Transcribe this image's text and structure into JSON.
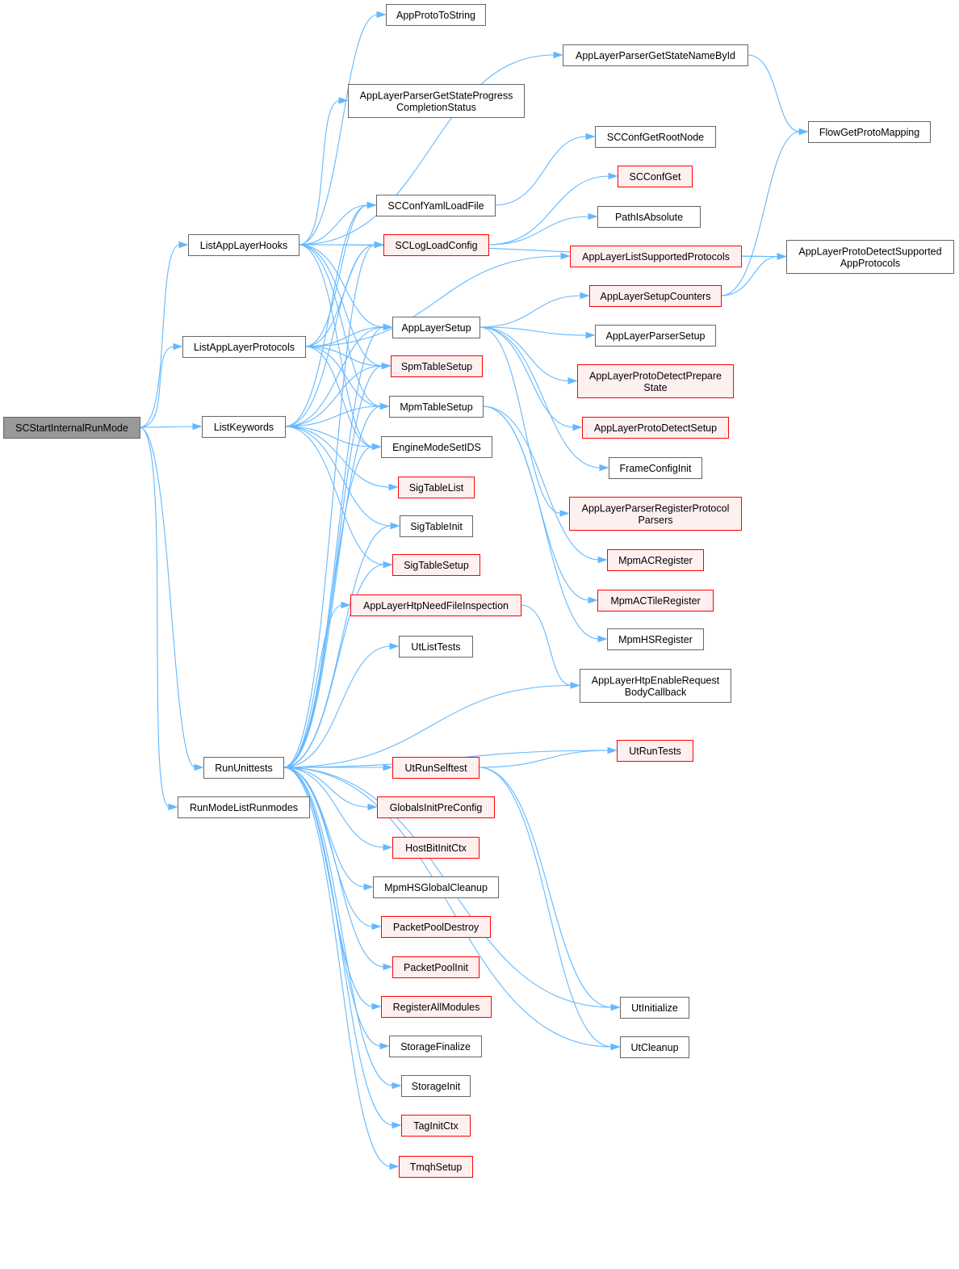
{
  "colors": {
    "edge": "#63b8ff",
    "node_border_normal": "#666666",
    "node_fill_normal": "#ffffff",
    "node_border_truncated": "#ff0000",
    "node_fill_truncated": "#fff0f0",
    "node_fill_root": "#999999",
    "node_border_root": "#666666"
  },
  "nodes": [
    {
      "id": "SCStartInternalRunMode",
      "lines": [
        "SCStartInternalRunMode"
      ],
      "style": "root"
    },
    {
      "id": "ListAppLayerHooks",
      "lines": [
        "ListAppLayerHooks"
      ],
      "style": "normal"
    },
    {
      "id": "ListAppLayerProtocols",
      "lines": [
        "ListAppLayerProtocols"
      ],
      "style": "normal"
    },
    {
      "id": "ListKeywords",
      "lines": [
        "ListKeywords"
      ],
      "style": "normal"
    },
    {
      "id": "RunUnittests",
      "lines": [
        "RunUnittests"
      ],
      "style": "normal"
    },
    {
      "id": "RunModeListRunmodes",
      "lines": [
        "RunModeListRunmodes"
      ],
      "style": "normal"
    },
    {
      "id": "AppProtoToString",
      "lines": [
        "AppProtoToString"
      ],
      "style": "normal"
    },
    {
      "id": "AppLayerParserGetStateNameById",
      "lines": [
        "AppLayerParserGetStateNameById"
      ],
      "style": "normal"
    },
    {
      "id": "AppLayerParserGetStateProgressCompletionStatus",
      "lines": [
        "AppLayerParserGetStateProgress",
        "CompletionStatus"
      ],
      "style": "normal"
    },
    {
      "id": "SCConfGetRootNode",
      "lines": [
        "SCConfGetRootNode"
      ],
      "style": "normal"
    },
    {
      "id": "SCConfGet",
      "lines": [
        "SCConfGet"
      ],
      "style": "truncated"
    },
    {
      "id": "SCConfYamlLoadFile",
      "lines": [
        "SCConfYamlLoadFile"
      ],
      "style": "normal"
    },
    {
      "id": "PathIsAbsolute",
      "lines": [
        "PathIsAbsolute"
      ],
      "style": "normal"
    },
    {
      "id": "SCLogLoadConfig",
      "lines": [
        "SCLogLoadConfig"
      ],
      "style": "truncated"
    },
    {
      "id": "AppLayerListSupportedProtocols",
      "lines": [
        "AppLayerListSupportedProtocols"
      ],
      "style": "truncated"
    },
    {
      "id": "AppLayerSetupCounters",
      "lines": [
        "AppLayerSetupCounters"
      ],
      "style": "truncated"
    },
    {
      "id": "AppLayerSetup",
      "lines": [
        "AppLayerSetup"
      ],
      "style": "normal"
    },
    {
      "id": "AppLayerParserSetup",
      "lines": [
        "AppLayerParserSetup"
      ],
      "style": "normal"
    },
    {
      "id": "SpmTableSetup",
      "lines": [
        "SpmTableSetup"
      ],
      "style": "truncated"
    },
    {
      "id": "AppLayerProtoDetectPrepareState",
      "lines": [
        "AppLayerProtoDetectPrepare",
        "State"
      ],
      "style": "truncated"
    },
    {
      "id": "MpmTableSetup",
      "lines": [
        "MpmTableSetup"
      ],
      "style": "normal"
    },
    {
      "id": "AppLayerProtoDetectSetup",
      "lines": [
        "AppLayerProtoDetectSetup"
      ],
      "style": "truncated"
    },
    {
      "id": "EngineModeSetIDS",
      "lines": [
        "EngineModeSetIDS"
      ],
      "style": "normal"
    },
    {
      "id": "FrameConfigInit",
      "lines": [
        "FrameConfigInit"
      ],
      "style": "normal"
    },
    {
      "id": "SigTableList",
      "lines": [
        "SigTableList"
      ],
      "style": "truncated"
    },
    {
      "id": "AppLayerParserRegisterProtocolParsers",
      "lines": [
        "AppLayerParserRegisterProtocol",
        "Parsers"
      ],
      "style": "truncated"
    },
    {
      "id": "SigTableInit",
      "lines": [
        "SigTableInit"
      ],
      "style": "normal"
    },
    {
      "id": "MpmACRegister",
      "lines": [
        "MpmACRegister"
      ],
      "style": "truncated"
    },
    {
      "id": "SigTableSetup",
      "lines": [
        "SigTableSetup"
      ],
      "style": "truncated"
    },
    {
      "id": "MpmACTileRegister",
      "lines": [
        "MpmACTileRegister"
      ],
      "style": "truncated"
    },
    {
      "id": "AppLayerHtpNeedFileInspection",
      "lines": [
        "AppLayerHtpNeedFileInspection"
      ],
      "style": "truncated"
    },
    {
      "id": "MpmHSRegister",
      "lines": [
        "MpmHSRegister"
      ],
      "style": "normal"
    },
    {
      "id": "UtListTests",
      "lines": [
        "UtListTests"
      ],
      "style": "normal"
    },
    {
      "id": "AppLayerHtpEnableRequestBodyCallback",
      "lines": [
        "AppLayerHtpEnableRequest",
        "BodyCallback"
      ],
      "style": "normal"
    },
    {
      "id": "UtRunTests",
      "lines": [
        "UtRunTests"
      ],
      "style": "truncated"
    },
    {
      "id": "UtRunSelftest",
      "lines": [
        "UtRunSelftest"
      ],
      "style": "truncated"
    },
    {
      "id": "GlobalsInitPreConfig",
      "lines": [
        "GlobalsInitPreConfig"
      ],
      "style": "truncated"
    },
    {
      "id": "HostBitInitCtx",
      "lines": [
        "HostBitInitCtx"
      ],
      "style": "truncated"
    },
    {
      "id": "MpmHSGlobalCleanup",
      "lines": [
        "MpmHSGlobalCleanup"
      ],
      "style": "normal"
    },
    {
      "id": "PacketPoolDestroy",
      "lines": [
        "PacketPoolDestroy"
      ],
      "style": "truncated"
    },
    {
      "id": "PacketPoolInit",
      "lines": [
        "PacketPoolInit"
      ],
      "style": "truncated"
    },
    {
      "id": "RegisterAllModules",
      "lines": [
        "RegisterAllModules"
      ],
      "style": "truncated"
    },
    {
      "id": "UtInitialize",
      "lines": [
        "UtInitialize"
      ],
      "style": "normal"
    },
    {
      "id": "StorageFinalize",
      "lines": [
        "StorageFinalize"
      ],
      "style": "normal"
    },
    {
      "id": "UtCleanup",
      "lines": [
        "UtCleanup"
      ],
      "style": "normal"
    },
    {
      "id": "StorageInit",
      "lines": [
        "StorageInit"
      ],
      "style": "normal"
    },
    {
      "id": "TagInitCtx",
      "lines": [
        "TagInitCtx"
      ],
      "style": "truncated"
    },
    {
      "id": "TmqhSetup",
      "lines": [
        "TmqhSetup"
      ],
      "style": "truncated"
    },
    {
      "id": "FlowGetProtoMapping",
      "lines": [
        "FlowGetProtoMapping"
      ],
      "style": "normal"
    },
    {
      "id": "AppLayerProtoDetectSupportedAppProtocols",
      "lines": [
        "AppLayerProtoDetectSupported",
        "AppProtocols"
      ],
      "style": "normal"
    }
  ],
  "edges": [
    [
      "SCStartInternalRunMode",
      "ListAppLayerHooks"
    ],
    [
      "SCStartInternalRunMode",
      "ListAppLayerProtocols"
    ],
    [
      "SCStartInternalRunMode",
      "ListKeywords"
    ],
    [
      "SCStartInternalRunMode",
      "RunUnittests"
    ],
    [
      "SCStartInternalRunMode",
      "RunModeListRunmodes"
    ],
    [
      "ListAppLayerHooks",
      "AppProtoToString"
    ],
    [
      "ListAppLayerHooks",
      "AppLayerParserGetStateNameById"
    ],
    [
      "ListAppLayerHooks",
      "AppLayerParserGetStateProgressCompletionStatus"
    ],
    [
      "ListAppLayerHooks",
      "AppLayerProtoDetectSupportedAppProtocols"
    ],
    [
      "ListAppLayerHooks",
      "SCConfYamlLoadFile"
    ],
    [
      "ListAppLayerHooks",
      "SCLogLoadConfig"
    ],
    [
      "ListAppLayerHooks",
      "AppLayerSetup"
    ],
    [
      "ListAppLayerHooks",
      "SpmTableSetup"
    ],
    [
      "ListAppLayerHooks",
      "MpmTableSetup"
    ],
    [
      "ListAppLayerHooks",
      "EngineModeSetIDS"
    ],
    [
      "ListAppLayerProtocols",
      "SCConfYamlLoadFile"
    ],
    [
      "ListAppLayerProtocols",
      "SCLogLoadConfig"
    ],
    [
      "ListAppLayerProtocols",
      "AppLayerListSupportedProtocols"
    ],
    [
      "ListAppLayerProtocols",
      "AppLayerSetup"
    ],
    [
      "ListAppLayerProtocols",
      "SpmTableSetup"
    ],
    [
      "ListAppLayerProtocols",
      "MpmTableSetup"
    ],
    [
      "ListAppLayerProtocols",
      "EngineModeSetIDS"
    ],
    [
      "ListKeywords",
      "SCConfYamlLoadFile"
    ],
    [
      "ListKeywords",
      "SCLogLoadConfig"
    ],
    [
      "ListKeywords",
      "AppLayerSetup"
    ],
    [
      "ListKeywords",
      "SpmTableSetup"
    ],
    [
      "ListKeywords",
      "MpmTableSetup"
    ],
    [
      "ListKeywords",
      "EngineModeSetIDS"
    ],
    [
      "ListKeywords",
      "SigTableList"
    ],
    [
      "ListKeywords",
      "SigTableInit"
    ],
    [
      "ListKeywords",
      "SigTableSetup"
    ],
    [
      "RunUnittests",
      "SCLogLoadConfig"
    ],
    [
      "RunUnittests",
      "AppLayerSetup"
    ],
    [
      "RunUnittests",
      "SpmTableSetup"
    ],
    [
      "RunUnittests",
      "MpmTableSetup"
    ],
    [
      "RunUnittests",
      "EngineModeSetIDS"
    ],
    [
      "RunUnittests",
      "SigTableInit"
    ],
    [
      "RunUnittests",
      "SigTableSetup"
    ],
    [
      "RunUnittests",
      "AppLayerHtpNeedFileInspection"
    ],
    [
      "RunUnittests",
      "UtListTests"
    ],
    [
      "RunUnittests",
      "AppLayerHtpEnableRequestBodyCallback"
    ],
    [
      "RunUnittests",
      "UtRunTests"
    ],
    [
      "RunUnittests",
      "UtRunSelftest"
    ],
    [
      "RunUnittests",
      "GlobalsInitPreConfig"
    ],
    [
      "RunUnittests",
      "HostBitInitCtx"
    ],
    [
      "RunUnittests",
      "MpmHSGlobalCleanup"
    ],
    [
      "RunUnittests",
      "PacketPoolDestroy"
    ],
    [
      "RunUnittests",
      "PacketPoolInit"
    ],
    [
      "RunUnittests",
      "RegisterAllModules"
    ],
    [
      "RunUnittests",
      "StorageFinalize"
    ],
    [
      "RunUnittests",
      "StorageInit"
    ],
    [
      "RunUnittests",
      "TagInitCtx"
    ],
    [
      "RunUnittests",
      "TmqhSetup"
    ],
    [
      "RunUnittests",
      "UtInitialize"
    ],
    [
      "RunUnittests",
      "UtCleanup"
    ],
    [
      "AppLayerParserGetStateNameById",
      "FlowGetProtoMapping"
    ],
    [
      "SCConfYamlLoadFile",
      "SCConfGetRootNode"
    ],
    [
      "SCLogLoadConfig",
      "SCConfGet"
    ],
    [
      "SCLogLoadConfig",
      "PathIsAbsolute"
    ],
    [
      "AppLayerListSupportedProtocols",
      "AppLayerProtoDetectSupportedAppProtocols"
    ],
    [
      "AppLayerSetupCounters",
      "FlowGetProtoMapping"
    ],
    [
      "AppLayerSetupCounters",
      "AppLayerProtoDetectSupportedAppProtocols"
    ],
    [
      "AppLayerSetup",
      "AppLayerSetupCounters"
    ],
    [
      "AppLayerSetup",
      "AppLayerParserSetup"
    ],
    [
      "AppLayerSetup",
      "AppLayerProtoDetectPrepareState"
    ],
    [
      "AppLayerSetup",
      "AppLayerProtoDetectSetup"
    ],
    [
      "AppLayerSetup",
      "FrameConfigInit"
    ],
    [
      "AppLayerSetup",
      "AppLayerParserRegisterProtocolParsers"
    ],
    [
      "MpmTableSetup",
      "MpmACRegister"
    ],
    [
      "MpmTableSetup",
      "MpmACTileRegister"
    ],
    [
      "MpmTableSetup",
      "MpmHSRegister"
    ],
    [
      "AppLayerHtpNeedFileInspection",
      "AppLayerHtpEnableRequestBodyCallback"
    ],
    [
      "UtRunSelftest",
      "UtRunTests"
    ],
    [
      "UtRunSelftest",
      "UtInitialize"
    ],
    [
      "UtRunSelftest",
      "UtCleanup"
    ]
  ]
}
